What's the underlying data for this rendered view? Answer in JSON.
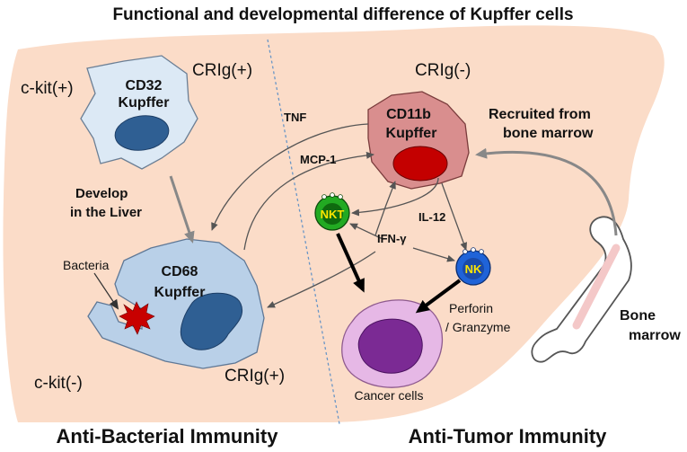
{
  "title": "Functional and developmental difference of Kupffer cells",
  "cells": {
    "cd32": {
      "line1": "CD32",
      "line2": "Kupffer"
    },
    "cd68": {
      "line1": "CD68",
      "line2": "Kupffer"
    },
    "cd11b": {
      "line1": "CD11b",
      "line2": "Kupffer"
    },
    "nkt": "NKT",
    "nk": "NK",
    "cancer": "Cancer cells"
  },
  "markers": {
    "ckit_pos": "c-kit(+)",
    "ckit_neg": "c-kit(-)",
    "crig_pos_top": "CRIg(+)",
    "crig_pos_bottom": "CRIg(+)",
    "crig_neg": "CRIg(-)"
  },
  "labels": {
    "develop_1": "Develop",
    "develop_2": "in the Liver",
    "bacteria": "Bacteria",
    "tnf": "TNF",
    "mcp1": "MCP-1",
    "il12": "IL-12",
    "ifng": "IFN-γ",
    "recruited_1": "Recruited from",
    "recruited_2": "bone marrow",
    "perforin_1": "Perforin",
    "perforin_2": "/ Granzyme",
    "bone_1": "Bone",
    "bone_2": "marrow"
  },
  "footer": {
    "left": "Anti-Bacterial Immunity",
    "right": "Anti-Tumor Immunity"
  },
  "colors": {
    "liver": "#fbdcc8",
    "cd32_fill": "#dce9f5",
    "cd68_fill": "#b9d0e8",
    "nucleus_blue": "#2f5f93",
    "cd11b_fill": "#d98e8e",
    "cd11b_nucleus": "#c40000",
    "nkt_fill": "#22aa22",
    "nk_fill": "#1f63d8",
    "cell_label_yellow": "#ffe600",
    "cancer_outer": "#e6b8e6",
    "cancer_inner": "#7b2a94",
    "bacteria": "#c80000"
  }
}
